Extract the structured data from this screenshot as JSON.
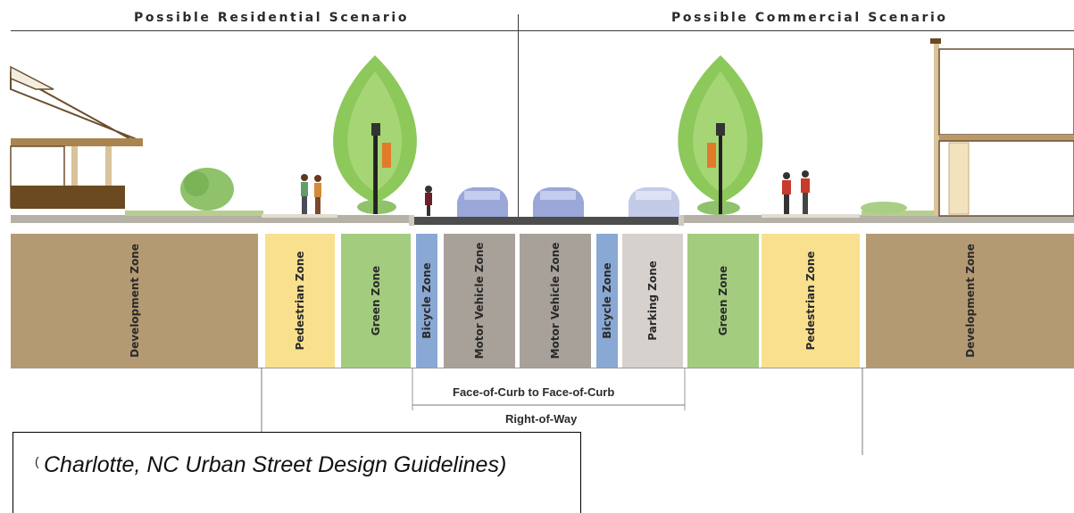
{
  "headings": {
    "left": "Possible Residential Scenario",
    "right": "Possible Commercial Scenario"
  },
  "zones": [
    {
      "label": "Development Zone",
      "color": "#b49a72"
    },
    {
      "label": "Pedestrian Zone",
      "color": "#f8e08e"
    },
    {
      "label": "Green Zone",
      "color": "#a3cc7f"
    },
    {
      "label": "Bicycle Zone",
      "color": "#8aa8d4"
    },
    {
      "label": "Motor Vehicle Zone",
      "color": "#a8a19a"
    },
    {
      "label": "Motor Vehicle Zone",
      "color": "#a8a19a"
    },
    {
      "label": "Bicycle Zone",
      "color": "#8aa8d4"
    },
    {
      "label": "Parking Zone",
      "color": "#d6d1cd"
    },
    {
      "label": "Green Zone",
      "color": "#a3cc7f"
    },
    {
      "label": "Pedestrian Zone",
      "color": "#f8e08e"
    },
    {
      "label": "Development Zone",
      "color": "#b49a72"
    }
  ],
  "dimensions": {
    "curb_to_curb": "Face-of-Curb to Face-of-Curb",
    "right_of_way": "Right-of-Way"
  },
  "caption": {
    "open_paren": "(",
    "text": "Charlotte, NC Urban Street Design Guidelines)"
  },
  "colors": {
    "ground": "#8a8a82",
    "grass": "#b7ce8e",
    "road": "#4d4d4d",
    "car": "#9aa7d8",
    "tree": "#8dc85a",
    "building": "#ffffff"
  }
}
